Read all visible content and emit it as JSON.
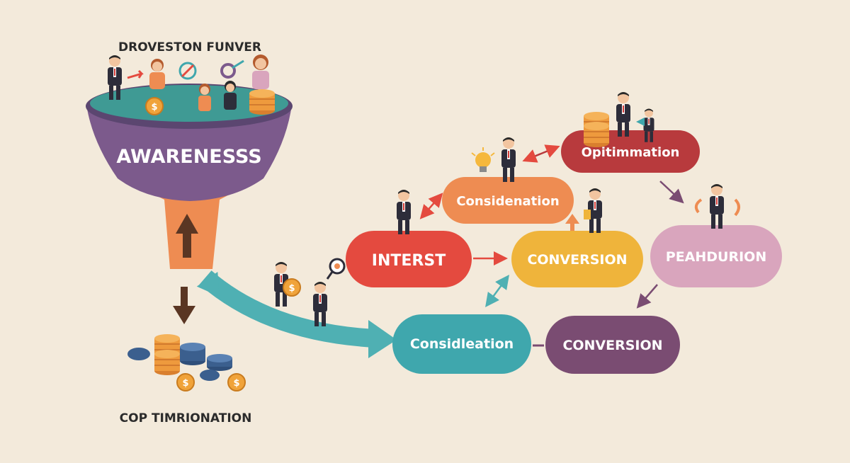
{
  "funnel": {
    "title": "DROVESTON FUNVER",
    "stage_label": "AWARENESSS",
    "bottom_caption": "COP TIMRIONATION"
  },
  "nodes": {
    "interest": "INTERST",
    "consideration_upper": "Considenation",
    "conversion_middle": "CONVERSION",
    "optimization": "Opitimmation",
    "peahdurion": "PEAHDURION",
    "consideration_lower": "Considleation",
    "conversion_lower": "CONVERSION"
  },
  "colors": {
    "background": "#f3eadb",
    "funnel_top": "#3f9a94",
    "funnel_purple": "#7c5a8c",
    "funnel_orange": "#ee8c52",
    "interest": "#e44a3f",
    "consideration_upper": "#ee8c52",
    "conversion_middle": "#efb43b",
    "optimization": "#b83a3d",
    "peahdurion": "#d9a5bd",
    "consideration_lower": "#3fa7ad",
    "conversion_lower": "#7a4c72",
    "teal_arrow": "#4fb0b3"
  },
  "icons": [
    "person-icon",
    "coin-icon",
    "coin-stack-icon",
    "lightbulb-icon",
    "magnifier-icon",
    "arrow-up-icon",
    "arrow-down-icon"
  ]
}
